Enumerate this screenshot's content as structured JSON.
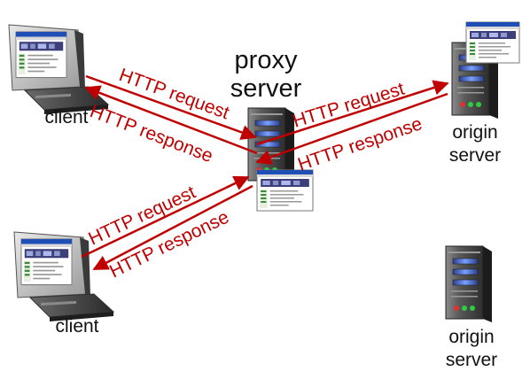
{
  "nodes": {
    "proxy_label": "proxy\nserver",
    "client_top_label": "client",
    "client_bottom_label": "client",
    "origin_top_label": "origin\nserver",
    "origin_bottom_label": "origin\nserver"
  },
  "messages": {
    "client_top_request": "HTTP request",
    "client_top_response": "HTTP response",
    "origin_request": "HTTP request",
    "origin_response": "HTTP response",
    "client_bottom_request": "HTTP request",
    "client_bottom_response": "HTTP response"
  },
  "colors": {
    "arrow": "#c00000",
    "tower_body": "#4a4a4a",
    "drive_bay": "#5b7fd8",
    "led_green": "#2ecc40",
    "led_red": "#e03030"
  },
  "icons": {
    "client": "desktop-computer-icon",
    "server": "server-tower-icon",
    "screen": "browser-window-icon"
  }
}
